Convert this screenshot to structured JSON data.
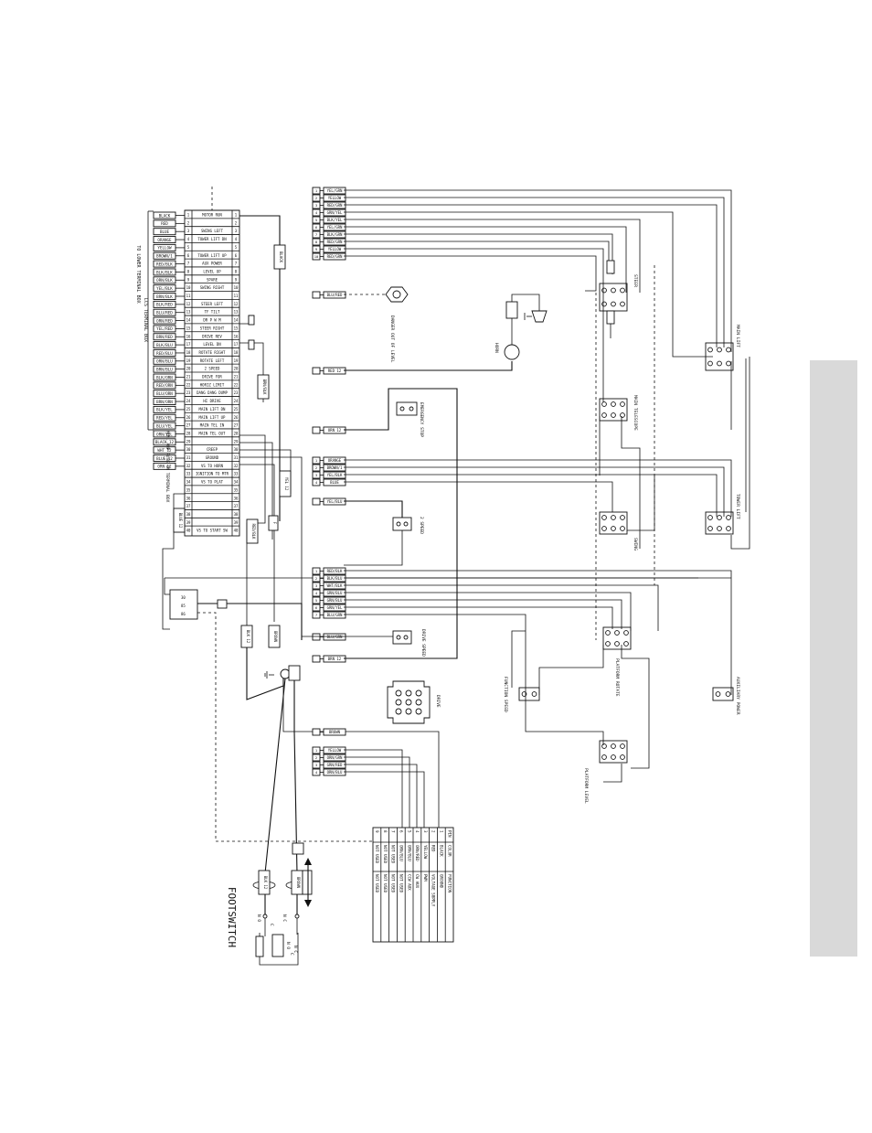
{
  "terminal_strip": {
    "wire_colors": [
      "BLACK",
      "RED",
      "BLUE",
      "ORANGE",
      "YELLOW",
      "BROWN/1",
      "RED/BLK",
      "BLK/BLK",
      "ORN/BLK",
      "YEL/BLK",
      "BRN/BLK",
      "BLK/RED",
      "BLU/RED",
      "ORN/RED",
      "YEL/RED",
      "BRN/RED",
      "BLK/BLU",
      "RED/BLU",
      "ORN/BLU",
      "BRN/BLU",
      "BLK/ORN",
      "RED/ORN",
      "BLU/ORN",
      "BRN/ORN",
      "BLK/YEL",
      "RED/YEL",
      "BLU/YEL",
      "ORN/YEL",
      "BLACK 12",
      "WHT 12",
      "BLUE 12",
      "ORN 12"
    ],
    "functions": [
      "MOTOR RUN",
      "",
      "SWING LEFT",
      "TOWER LIFT DN",
      "",
      "TOWER LIFT UP",
      "AUX POWER",
      "LEVEL UP",
      "SPARE",
      "SWING RIGHT",
      "",
      "STEER LEFT",
      "TF TILT",
      "DR P W M",
      "STEER RIGHT",
      "DRIVE REV",
      "LEVEL DN",
      "ROTATE RIGHT",
      "ROTATE LEFT",
      "2 SPEED",
      "DRIVE FOR",
      "HORIZ LIMIT",
      "DANG DANG DUMP",
      "HI DRIVE",
      "MAIN LIFT DN",
      "MAIN LIFT UP",
      "MAIN TEL IN",
      "MAIN TEL OUT",
      "",
      "CREEP",
      "GROUND",
      "VS TO HORN",
      "IGNITION TO MTR",
      "VS TO PLAT",
      "",
      "",
      "",
      "",
      "",
      "VS TO START SW"
    ],
    "header_note": "LCS TERMINAL BOX",
    "side_note": "TO LOWER TERMINAL BOX",
    "note2": "MIN. AMP FUSE IN TERMINAL BOX"
  },
  "connector_groups": [
    {
      "wires": [
        "YEL/GRN",
        "YELLOW",
        "RED/GRN",
        "GRN/YEL",
        "BLK/YEL",
        "YEL/GRN",
        "BLK/GRN",
        "RED/GRN",
        "YELLOW",
        "RED/GRN"
      ]
    },
    {
      "wires": [
        "ORANGE",
        "BROWN/1",
        "YEL/BLK",
        "BLUE"
      ]
    },
    {
      "wires": [
        "RED/BLK",
        "BLK/BLU",
        "WHT/BLK",
        "GRN/BLU",
        "GRN/BLU",
        "GRN/YEL",
        "BLU/GRN"
      ]
    },
    {
      "wires": [
        "YELLOW",
        "ORN/GRN",
        "GRN/RED",
        "ORN/BLU"
      ]
    }
  ],
  "single_wires": [
    "BLU/RED",
    "RED 12",
    "ORN 12",
    "YEL/BLU",
    "BLU/GRN",
    "BRN 12",
    "BROWN"
  ],
  "components": {
    "alarm": "DANGER OUT OF LEVEL",
    "horn": "HORN",
    "emergency_stop": "EMERGENCY STOP",
    "two_speed": "2 SPEED",
    "drive_speed": "DRIVE SPEED",
    "drive": "DRIVE",
    "steer": "STEER",
    "main_lift": "MAIN LIFT",
    "main_telescope": "MAIN TELESCOPE",
    "tower_lift": "TOWER LIFT",
    "swing": "SWING",
    "platform_rotate": "PLATFORM ROTATE",
    "function_speed": "FUNCTION SPEED",
    "auxiliary_power": "AUXILIARY POWER",
    "platform_level": "PLATFORM LEVEL",
    "footswitch": "FOOTSWITCH"
  },
  "strip_side_wires": [
    "BLACK",
    "BRN/BLK",
    "BLUE 12",
    "RED/BLK",
    "YEL 12",
    "BLK 12",
    "BLK 12",
    "BROWN"
  ],
  "footswitch_labels": [
    "N O",
    "C",
    "N C",
    "N O",
    "C",
    "N C"
  ],
  "pin_table": {
    "headers": [
      "PIN",
      "COLOR",
      "FUNCTION"
    ],
    "rows": [
      [
        "1",
        "BLACK",
        "GROUND"
      ],
      [
        "2",
        "RED",
        "VOLTAGE SUPPLY"
      ],
      [
        "3",
        "YELLOW",
        "PWM"
      ],
      [
        "4",
        "ORN/RED",
        "CW AUX"
      ],
      [
        "5",
        "GRN/BLU",
        "CCW AUX"
      ],
      [
        "6",
        "ORN/BLU",
        "NOT USED"
      ],
      [
        "7",
        "NOT USED",
        "NOT USED"
      ],
      [
        "8",
        "NOT USED",
        "NOT USED"
      ],
      [
        "9",
        "NOT USED",
        "NOT USED"
      ]
    ]
  }
}
